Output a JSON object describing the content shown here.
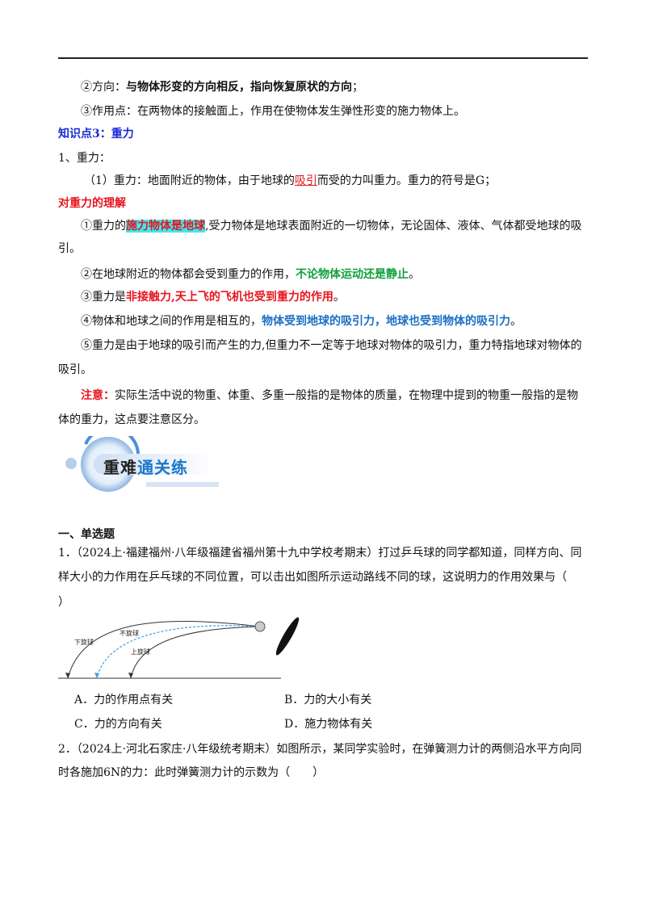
{
  "knowledge": {
    "p2_label": "②方向：",
    "p2_bold": "与物体形变的方向相反，指向恢复原状的方向",
    "p2_end": "；",
    "p3": "③作用点：在两物体的接触面上，作用在使物体发生弹性形变的施力物体上。",
    "heading": "知识点3：重力",
    "item1": "1、重力：",
    "def_a": "（1）重力：地面附近的物体，由于地球的",
    "def_ul": "吸引",
    "def_b": "而受的力叫重力。重力的符号是G；",
    "understand_heading": "对重力的理解",
    "u1_a": "①重力的",
    "u1_hl": "施力物体是地球",
    "u1_b": ",受力物体是地球表面附近的一切物体，无论固体、液体、气体都受地球的吸",
    "u1_c": "引。",
    "u2_a": "②在地球附近的物体都会受到重力的作用，",
    "u2_green": "不论物体运动还是静止",
    "u2_end": "。",
    "u3_a": "③重力是",
    "u3_red": "非接触力,天上飞的飞机也受到重力的作用",
    "u3_end": "。",
    "u4_a": "④物体和地球之间的作用是相互的，",
    "u4_blue": "物体受到地球的吸引力，地球也受到物体的吸引力",
    "u4_end": "。",
    "u5_a": "⑤重力是由于地球的吸引而产生的力,但重力不一定等于地球对物体的吸引力，重力特指地球对物体的",
    "u5_b": "吸引。",
    "note_label": "注意：",
    "note_a": "实际生活中说的物重、体重、多重一般指的是物体的质量，在物理中提到的物重一般指的是物",
    "note_b": "体的重力，这点要注意区分。"
  },
  "banner": {
    "text_a": "重难",
    "text_b": "通关练"
  },
  "section": {
    "title": "一、单选题"
  },
  "q1": {
    "line1": "1．（2024上·福建福州·八年级福建省福州第十九中学校考期末）打过乒乓球的同学都知道，同样方向、同",
    "line2": "样大小的力作用在乒乓球的不同位置，可以击出如图所示运动路线不同的球，这说明力的作用效果与（",
    "line3": "）",
    "fig_labels": {
      "down": "下旋球",
      "none": "不旋球",
      "up": "上旋球"
    },
    "options": {
      "A": "A．力的作用点有关",
      "B": "B．力的大小有关",
      "C": "C．力的方向有关",
      "D": "D．施力物体有关"
    }
  },
  "q2": {
    "line1": "2．（2024上·河北石家庄·八年级统考期末）如图所示，某同学实验时，在弹簧测力计的两侧沿水平方向同",
    "line2": "时各施加6N的力：此时弹簧测力计的示数为（　　）"
  },
  "colors": {
    "heading_blue": "#1b2bd6",
    "red": "#e8141e",
    "green": "#10a03c",
    "blue": "#1a6fc4",
    "highlight": "#3ee8f0"
  }
}
